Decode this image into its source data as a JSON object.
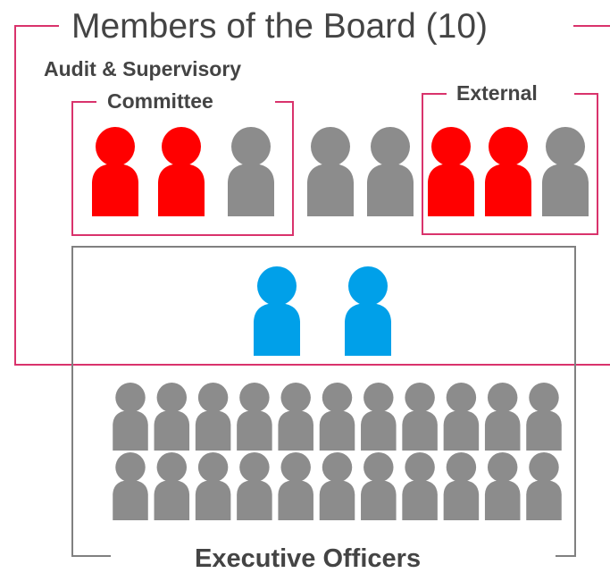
{
  "board": {
    "title": "Members of the Board (10)",
    "frame_color": "#d9336c"
  },
  "audit_committee": {
    "label_line1": "Audit & Supervisory",
    "label_line2": "Committee",
    "frame_color": "#d9336c"
  },
  "external": {
    "label": "External",
    "frame_color": "#d9336c"
  },
  "executive": {
    "label": "Executive Officers",
    "frame_color": "#808080"
  },
  "colors": {
    "red": "#ff0000",
    "gray": "#8c8c8c",
    "blue": "#00a0e9"
  },
  "figures": {
    "audit_committee_members": [
      "red",
      "red",
      "gray"
    ],
    "other_directors": [
      "gray",
      "gray"
    ],
    "external_directors": [
      "red",
      "red",
      "gray"
    ],
    "executive_directors": [
      "blue",
      "blue"
    ],
    "executive_officers_rows": [
      11,
      11
    ]
  }
}
